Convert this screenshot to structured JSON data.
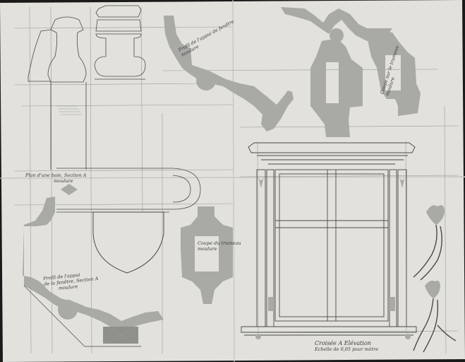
{
  "palette": {
    "paper": "#e2e1dc",
    "paper_edge": "#cfcec8",
    "wash": "#a9a9a5",
    "wash_dark": "#8f8f8b",
    "ink": "#4a4a48",
    "pencil": "#9c9c98",
    "background": "#1a1a1a"
  },
  "annotations": {
    "top_section_left": "Profil de l'appui de fenêtre",
    "top_section_left_2": "moulure",
    "top_section_right": "Coupe sur le trumeau",
    "top_section_right_2": "moulure",
    "upper_mid_label": "Plan d'une baie, Section A",
    "upper_mid_label_2": "moulure",
    "left_sill_label": "Profil de l'appui",
    "left_sill_label_2": "de la fenêtre, Section A",
    "left_sill_label_3": "moulure",
    "mid_pier_label": "Coupe du trumeau",
    "mid_pier_label_2": "moulure",
    "window_caption": "Croisée A Elévation",
    "window_caption_2": "Echelle de 0,05 pour mètre"
  }
}
